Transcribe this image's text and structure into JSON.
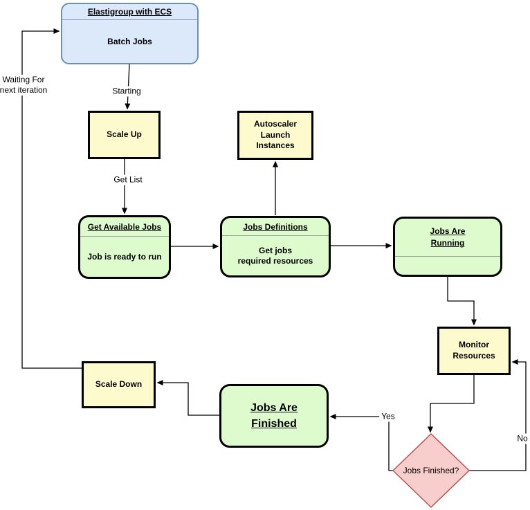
{
  "nodes": {
    "batch_jobs": {
      "title": "Elastigroup with ECS",
      "body": "Batch Jobs"
    },
    "scale_up": {
      "label": "Scale Up"
    },
    "autoscaler": {
      "label": "Autoscaler\nLaunch\nInstances"
    },
    "get_available_jobs": {
      "title": "Get Available Jobs",
      "body": "Job is ready to run"
    },
    "jobs_definitions": {
      "title": "Jobs Definitions",
      "body": "Get jobs\nrequired resources"
    },
    "jobs_are_running": {
      "title": "Jobs Are\nRunning"
    },
    "monitor_resources": {
      "label": "Monitor\nResources"
    },
    "jobs_finished_decision": {
      "label": "Jobs Finished?"
    },
    "jobs_are_finished": {
      "title": "Jobs Are\nFinished"
    },
    "scale_down": {
      "label": "Scale Down"
    }
  },
  "edge_labels": {
    "starting": "Starting",
    "get_list": "Get List",
    "waiting": "Waiting For\nnext iteration",
    "yes": "Yes",
    "no": "No"
  },
  "colors": {
    "blue_fill": "#dbe9fb",
    "blue_border": "#6c8ebf",
    "yellow_fill": "#fdfbcd",
    "green_fill": "#defbce",
    "pink_fill": "#f8cecc",
    "pink_border": "#b85450",
    "black_border": "#000000",
    "connector": "#000000"
  }
}
